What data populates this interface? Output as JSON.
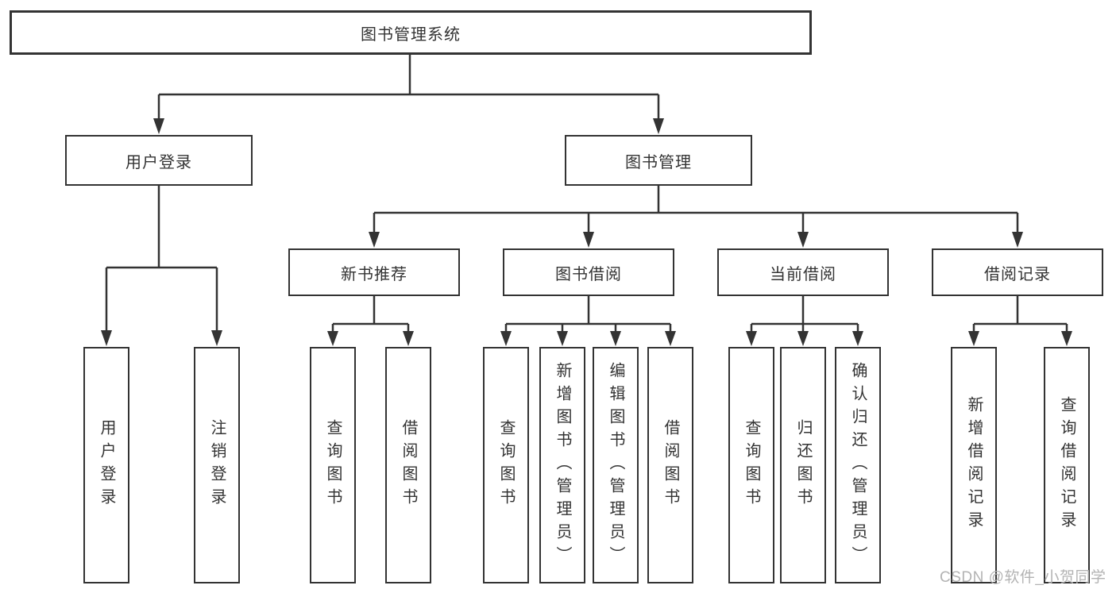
{
  "diagram": {
    "title_node": "图书管理系统",
    "root": "图书管理系统",
    "branches": [
      {
        "label": "用户登录",
        "children": [
          "用户登录",
          "注销登录"
        ]
      },
      {
        "label": "图书管理",
        "sections": [
          {
            "label": "新书推荐",
            "children": [
              "查询图书",
              "借阅图书"
            ]
          },
          {
            "label": "图书借阅",
            "children": [
              "查询图书",
              "新增图书（管理员）",
              "编辑图书（管理员）",
              "借阅图书"
            ]
          },
          {
            "label": "当前借阅",
            "children": [
              "查询图书",
              "归还图书",
              "确认归还（管理员）"
            ]
          },
          {
            "label": "借阅记录",
            "children": [
              "新增借阅记录",
              "查询借阅记录"
            ]
          }
        ]
      }
    ]
  },
  "watermark": "CSDN @软件_小贺同学",
  "colors": {
    "line": "#333333",
    "box_border": "#333333",
    "text": "#333333",
    "background": "#ffffff",
    "watermark_text": "#b3b3b3"
  }
}
